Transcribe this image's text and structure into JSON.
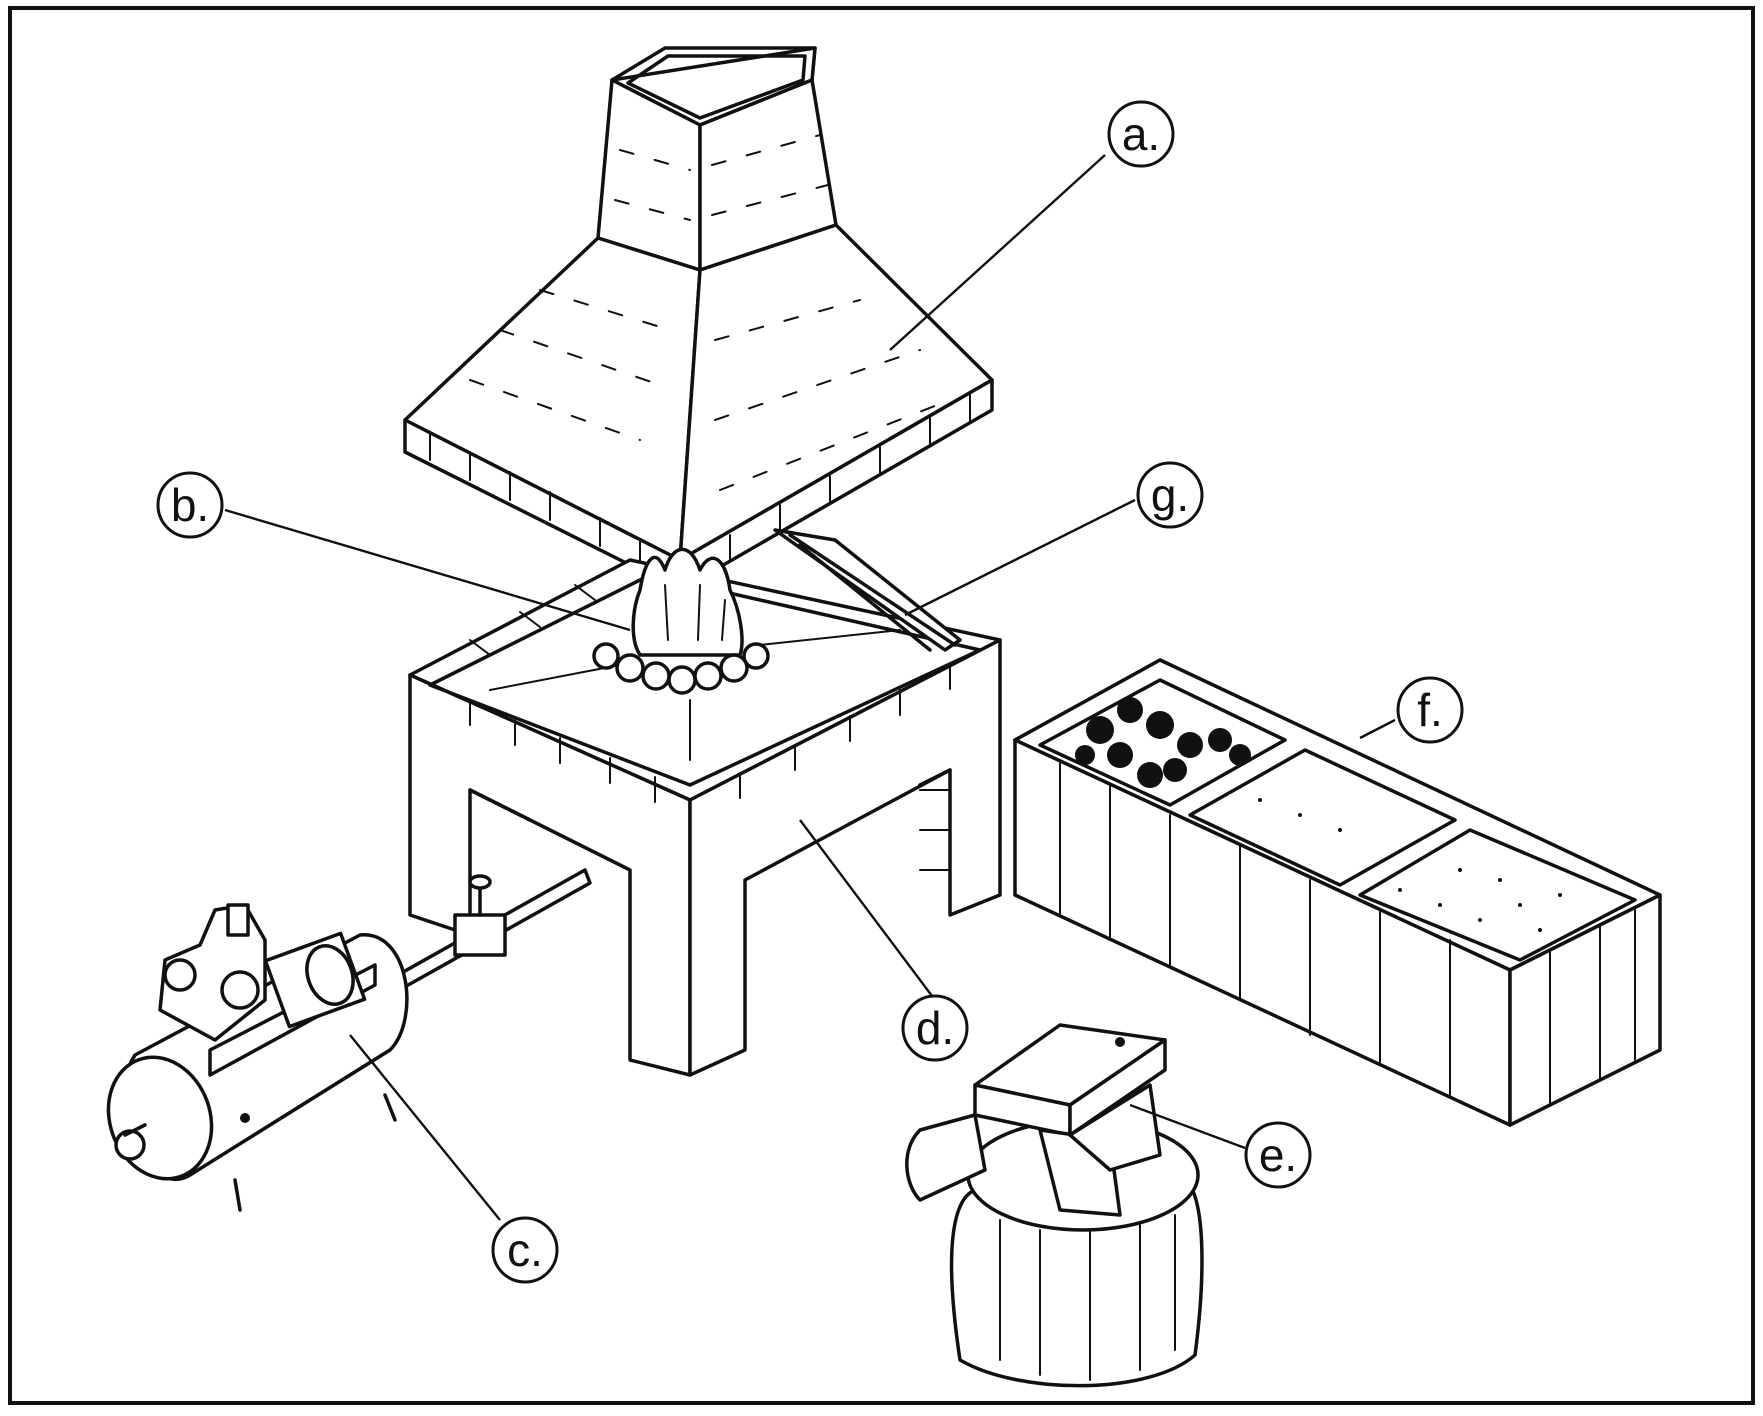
{
  "labels": {
    "a": "a.",
    "b": "b.",
    "c": "c.",
    "d": "d.",
    "e": "e.",
    "f": "f.",
    "g": "g."
  },
  "colors": {
    "ink": "#111111",
    "paper": "#ffffff"
  }
}
